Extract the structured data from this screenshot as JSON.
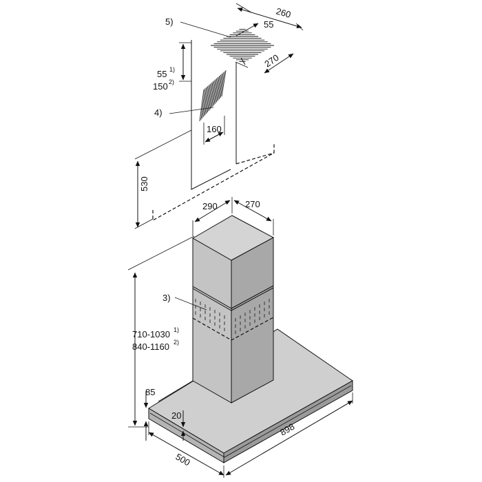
{
  "callouts": {
    "c5": "5)",
    "c4": "4)",
    "c3": "3)"
  },
  "dimensions": {
    "d260": "260",
    "d55": "55",
    "d270_top": "270",
    "d55_side": "55",
    "d55_side_sup": "1)",
    "d150_side": "150",
    "d150_side_sup": "2)",
    "d160": "160",
    "d530": "530",
    "d290": "290",
    "d270_chimney": "270",
    "d710_1030": "710-1030",
    "d710_sup": "1)",
    "d840_1160": "840-1160",
    "d840_sup": "2)",
    "d85": "85",
    "d20": "20",
    "d500": "500",
    "d898": "898"
  },
  "colors": {
    "line": "#111111",
    "chimney_top": "#d4d4d4",
    "chimney_left": "#c4c4c4",
    "chimney_right": "#a8a8a8",
    "canopy_top": "#cfcfcf",
    "canopy_front": "#b4b4b4",
    "canopy_side": "#9a9a9a"
  }
}
